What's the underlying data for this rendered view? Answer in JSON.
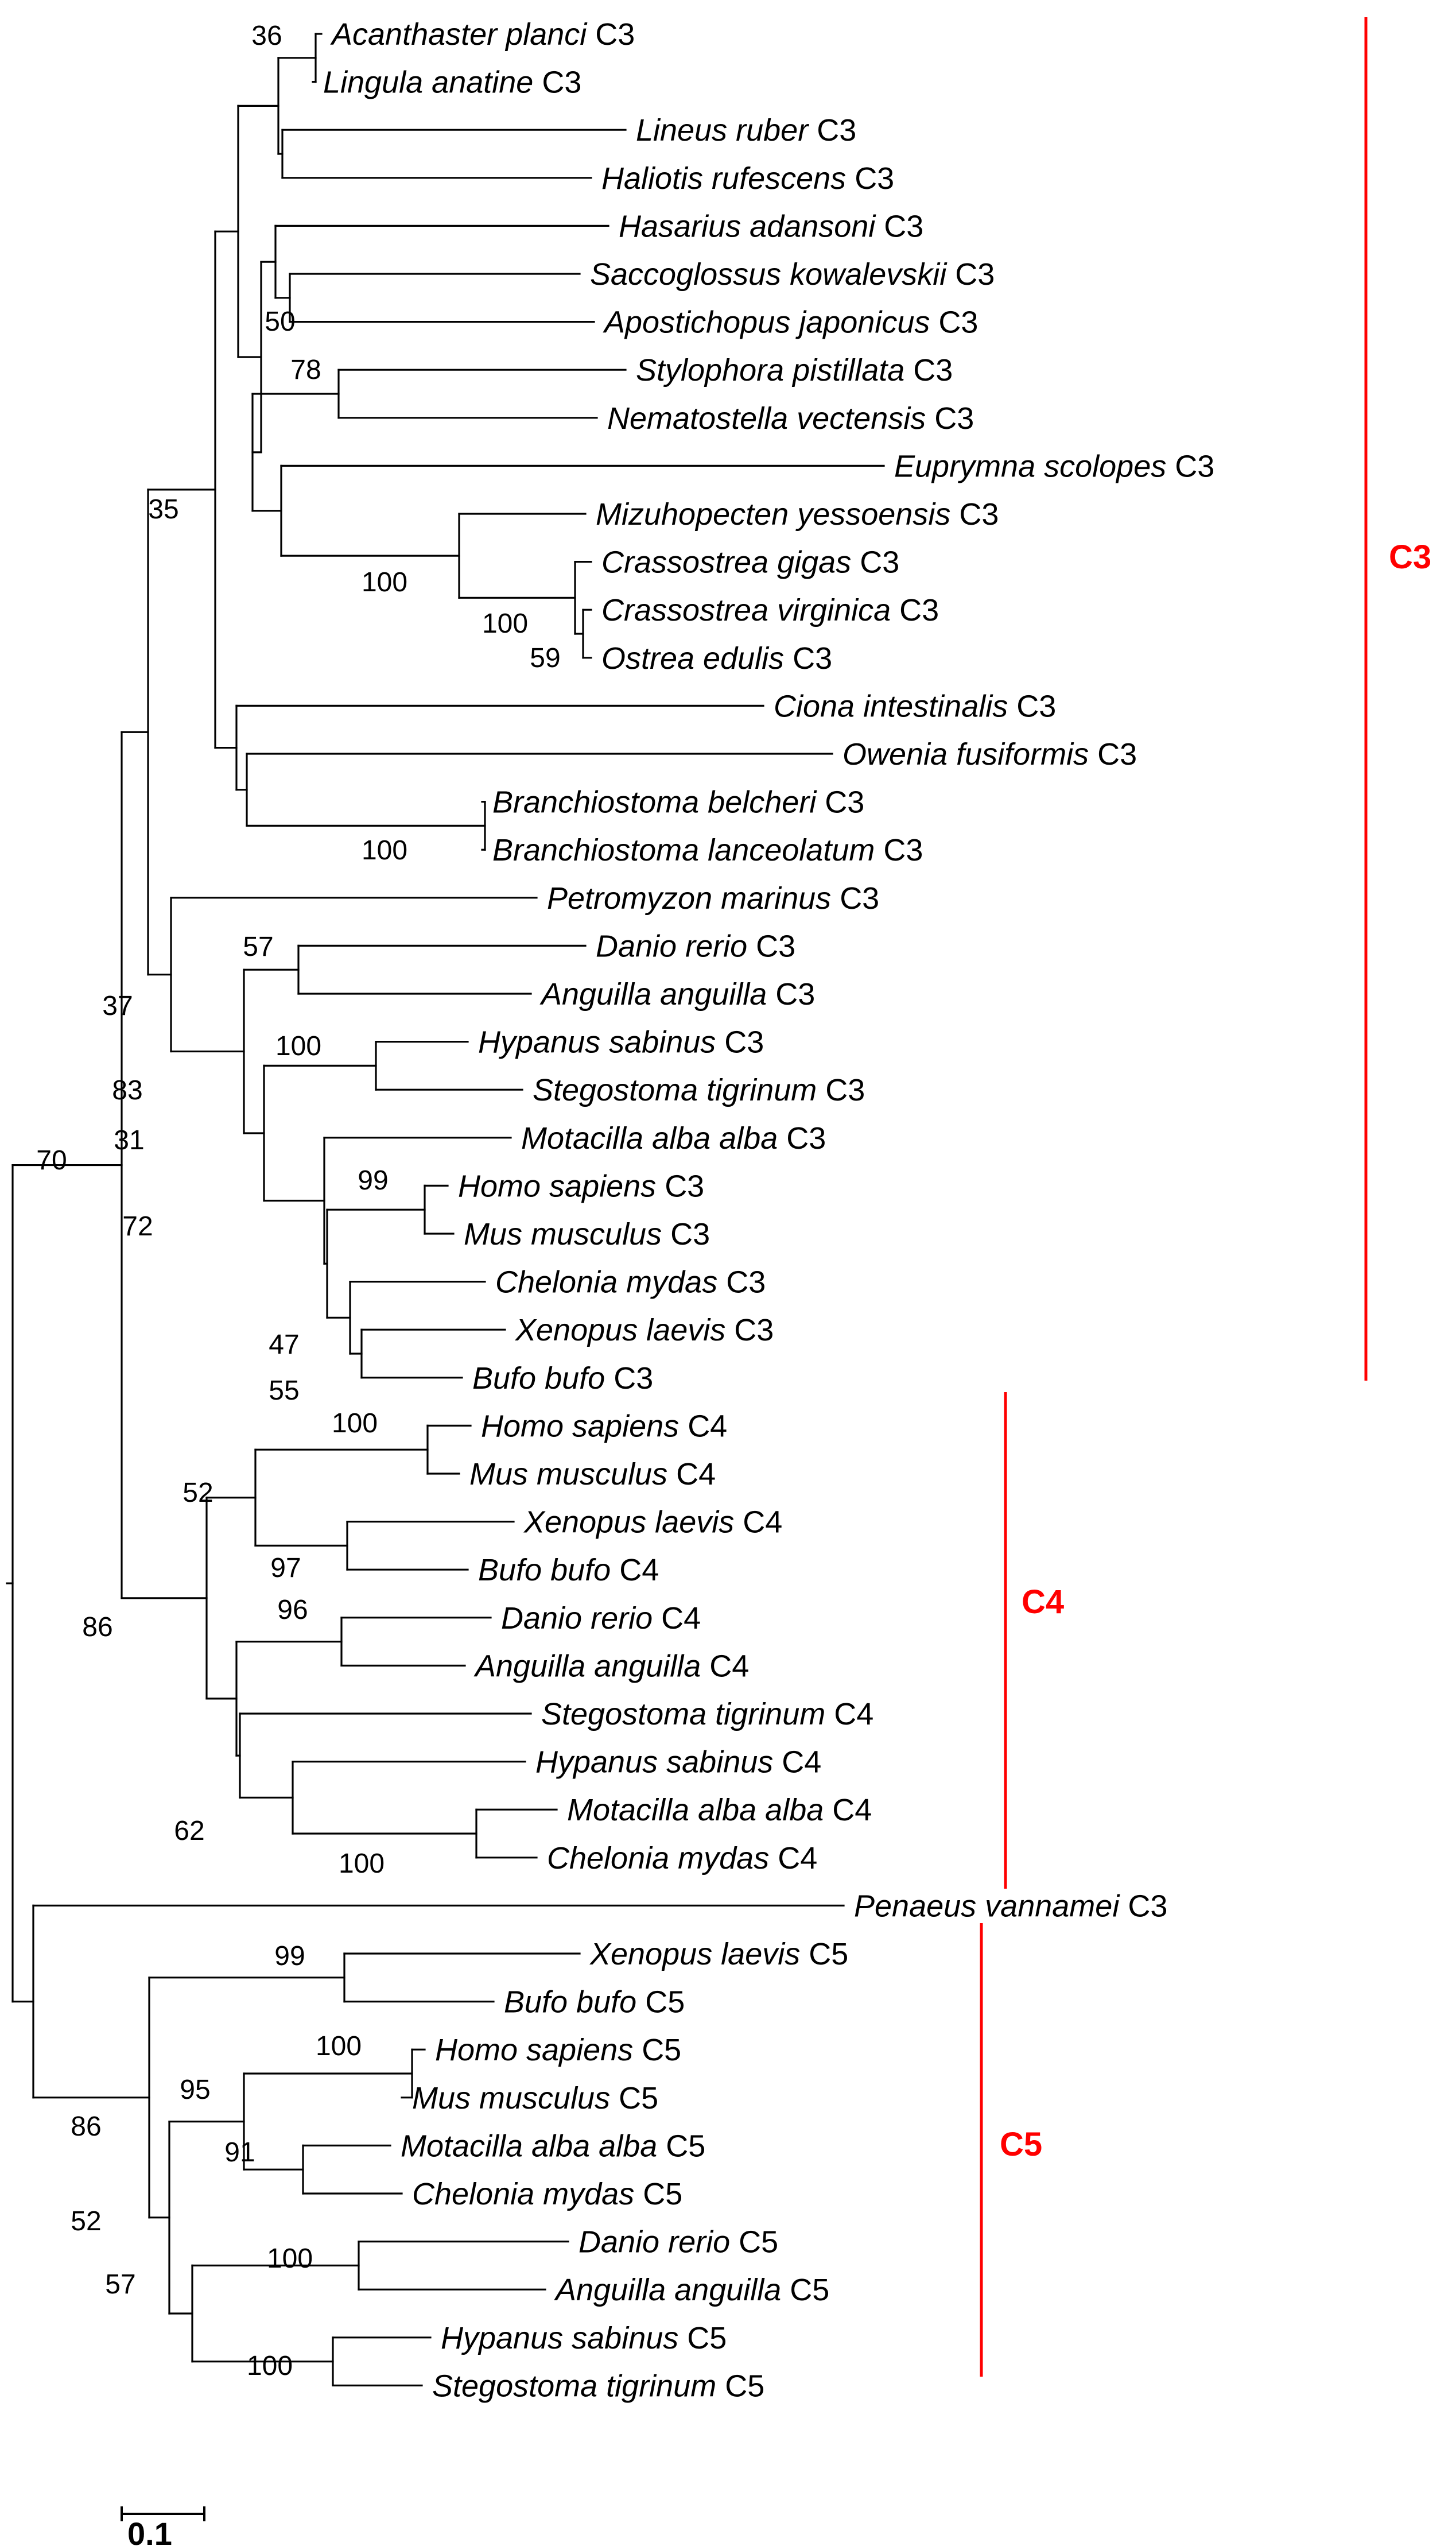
{
  "tree": {
    "leaves": [
      {
        "species": "Acanthaster planci",
        "gene": "C3"
      },
      {
        "species": "Lingula anatine",
        "gene": "C3"
      },
      {
        "species": "Lineus ruber",
        "gene": "C3"
      },
      {
        "species": "Haliotis rufescens",
        "gene": "C3"
      },
      {
        "species": "Hasarius adansoni",
        "gene": "C3"
      },
      {
        "species": "Saccoglossus kowalevskii",
        "gene": "C3"
      },
      {
        "species": "Apostichopus japonicus",
        "gene": "C3"
      },
      {
        "species": "Stylophora pistillata",
        "gene": "C3"
      },
      {
        "species": "Nematostella vectensis",
        "gene": "C3"
      },
      {
        "species": "Euprymna scolopes",
        "gene": "C3"
      },
      {
        "species": "Mizuhopecten yessoensis",
        "gene": "C3"
      },
      {
        "species": "Crassostrea gigas",
        "gene": "C3"
      },
      {
        "species": "Crassostrea virginica",
        "gene": "C3"
      },
      {
        "species": "Ostrea edulis",
        "gene": "C3"
      },
      {
        "species": "Ciona intestinalis",
        "gene": "C3"
      },
      {
        "species": "Owenia fusiformis",
        "gene": "C3"
      },
      {
        "species": "Branchiostoma belcheri",
        "gene": "C3"
      },
      {
        "species": "Branchiostoma lanceolatum",
        "gene": "C3"
      },
      {
        "species": "Petromyzon marinus",
        "gene": "C3"
      },
      {
        "species": "Danio rerio",
        "gene": "C3"
      },
      {
        "species": "Anguilla anguilla",
        "gene": "C3"
      },
      {
        "species": "Hypanus sabinus",
        "gene": "C3"
      },
      {
        "species": "Stegostoma tigrinum",
        "gene": "C3"
      },
      {
        "species": "Motacilla alba alba",
        "gene": "C3"
      },
      {
        "species": "Homo sapiens",
        "gene": "C3"
      },
      {
        "species": "Mus musculus",
        "gene": "C3"
      },
      {
        "species": "Chelonia mydas",
        "gene": "C3"
      },
      {
        "species": "Xenopus laevis",
        "gene": "C3"
      },
      {
        "species": "Bufo bufo",
        "gene": "C3"
      },
      {
        "species": "Homo sapiens",
        "gene": "C4"
      },
      {
        "species": "Mus musculus",
        "gene": "C4"
      },
      {
        "species": "Xenopus laevis",
        "gene": "C4"
      },
      {
        "species": "Bufo bufo",
        "gene": "C4"
      },
      {
        "species": "Danio rerio",
        "gene": "C4"
      },
      {
        "species": "Anguilla anguilla",
        "gene": "C4"
      },
      {
        "species": "Stegostoma tigrinum",
        "gene": "C4"
      },
      {
        "species": "Hypanus sabinus",
        "gene": "C4"
      },
      {
        "species": "Motacilla alba alba",
        "gene": "C4"
      },
      {
        "species": "Chelonia mydas",
        "gene": "C4"
      },
      {
        "species": "Penaeus vannamei",
        "gene": "C3"
      },
      {
        "species": "Xenopus laevis",
        "gene": "C5"
      },
      {
        "species": "Bufo bufo",
        "gene": "C5"
      },
      {
        "species": "Homo sapiens",
        "gene": "C5"
      },
      {
        "species": "Mus musculus",
        "gene": "C5"
      },
      {
        "species": "Motacilla alba alba",
        "gene": "C5"
      },
      {
        "species": "Chelonia mydas",
        "gene": "C5"
      },
      {
        "species": "Danio rerio",
        "gene": "C5"
      },
      {
        "species": "Anguilla anguilla",
        "gene": "C5"
      },
      {
        "species": "Hypanus sabinus",
        "gene": "C5"
      },
      {
        "species": "Stegostoma tigrinum",
        "gene": "C5"
      }
    ],
    "support_values": [
      "36",
      "50",
      "78",
      "100",
      "100",
      "59",
      "35",
      "100",
      "37",
      "57",
      "83",
      "100",
      "31",
      "99",
      "72",
      "47",
      "55",
      "70",
      "100",
      "52",
      "97",
      "96",
      "86",
      "62",
      "100",
      "99",
      "100",
      "95",
      "91",
      "86",
      "52",
      "100",
      "57",
      "100"
    ],
    "clades": [
      {
        "label": "C3",
        "color": "#ff0000"
      },
      {
        "label": "C4",
        "color": "#ff0000"
      },
      {
        "label": "C5",
        "color": "#ff0000"
      }
    ],
    "scale_bar": {
      "label": "0.1",
      "value": 0.1
    }
  }
}
